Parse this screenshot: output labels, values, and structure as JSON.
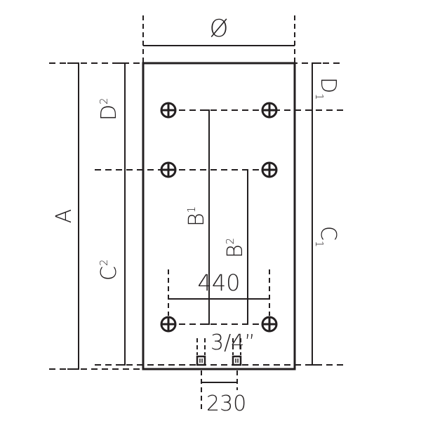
{
  "diagram": {
    "type": "technical-dimension-drawing",
    "colors": {
      "line": "#231f20",
      "background": "#ffffff"
    },
    "labels": {
      "diameter": "Ø",
      "A": {
        "main": "A"
      },
      "D2": {
        "main": "D",
        "sub": "2"
      },
      "C2": {
        "main": "C",
        "sub": "2"
      },
      "D1": {
        "main": "D",
        "sub": "1"
      },
      "C1": {
        "main": "C",
        "sub": "1"
      },
      "B1": {
        "main": "B",
        "sub": "1"
      },
      "B2": {
        "main": "B",
        "sub": "2"
      },
      "width_440": "440",
      "connection_size": "3/4”",
      "width_230": "230"
    },
    "holes": [
      {
        "id": "top-left"
      },
      {
        "id": "top-right"
      },
      {
        "id": "middle-left"
      },
      {
        "id": "middle-right"
      },
      {
        "id": "bottom-left"
      },
      {
        "id": "bottom-right"
      }
    ],
    "connectors": [
      {
        "id": "left-pipe"
      },
      {
        "id": "right-pipe"
      }
    ]
  }
}
